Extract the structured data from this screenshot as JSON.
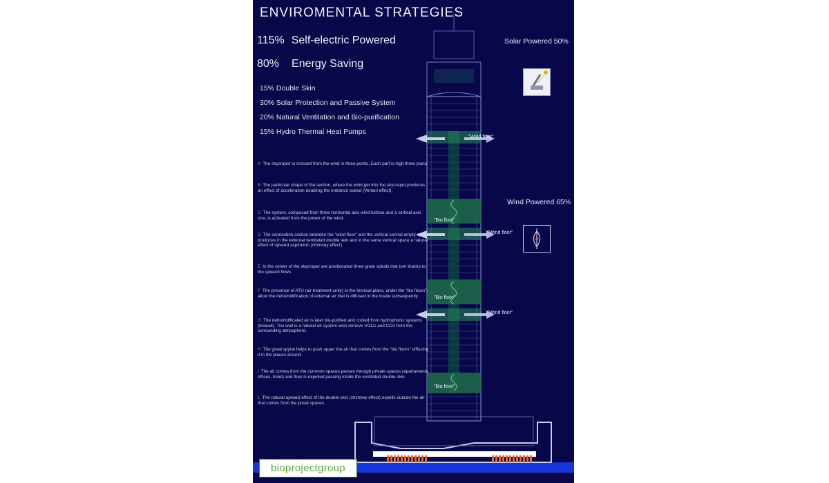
{
  "title": "ENVIROMENTAL STRATEGIES",
  "headlines": [
    {
      "value": "115%",
      "label": "Self-electric Powered"
    },
    {
      "value": "80%",
      "label": "Energy Saving"
    }
  ],
  "breakdown": [
    "15% Double Skin",
    "30% Solar Protection and Passive System",
    "20% Natural Ventilation and Bio-purification",
    "15% Hydro Thermal Heat Pumps"
  ],
  "notes": [
    {
      "letter": "A",
      "text": "The skycraper is crossed from the wind in three points. Each part is high three plans."
    },
    {
      "letter": "B",
      "text": "The particular shape of the section, where the wind get into the skycraper,produces an effect of acceleration doubling the entrance speed (Venturi effect)."
    },
    {
      "letter": "C",
      "text": "The system, composed from three horizontal axis wind turbine and a vertical axis one, is activated from the power of the wind."
    },
    {
      "letter": "D",
      "text": "The connection section between the \"wind floor\" and the vertical central empty space produces in the external ventilated double skin and in the same vertical space a natural effect of upward aspiration (chimney effect)"
    },
    {
      "letter": "E",
      "text": "In the center of the skycraper are positionated three grate spirals that turn thanks to the upward flows."
    },
    {
      "letter": "F",
      "text": "The presence of ATU (air treatment unity) in the tecnical plans, under the \"bio floors\", allow the dehumidification of external air that is diffused in the inside subsequently."
    },
    {
      "letter": "G",
      "text": "The dehumidificated air is later bio-purified and cooled from hydrophonic systems (biowall). The wall is a natural air system wich remove VOCs and CO2 from the surrounding atmosphere."
    },
    {
      "letter": "H",
      "text": "The great spyral helps to push upper the air that comes from the \"bio floors\" diffusing it in the places around"
    },
    {
      "letter": "I",
      "text": "The air comes from the common spaces passes through private spaces (apartaments, offices, hotel) and than is expelled passing inside the ventilated double skin"
    },
    {
      "letter": "L",
      "text": "The natural upward effect of the double skin (chimney effect) expells outside the air that comes from the privat spaces."
    }
  ],
  "solar": {
    "label": "Solar Powered 50%",
    "icon": "solar-panel-icon"
  },
  "wind": {
    "label": "Wind Powered 65%",
    "icon": "wind-turbine-icon"
  },
  "tower_labels": {
    "wind_floor": "\"Wind floor\"",
    "bio_floor": "\"Bio floor\""
  },
  "logo": "bioprojectgroup",
  "colors": {
    "background": "#07074a",
    "bio_floor_green": "#1f6b4a",
    "note_letter_green": "#4fd16a",
    "ground_blue": "#1537d8",
    "foundation_orange": "#e8642c"
  }
}
